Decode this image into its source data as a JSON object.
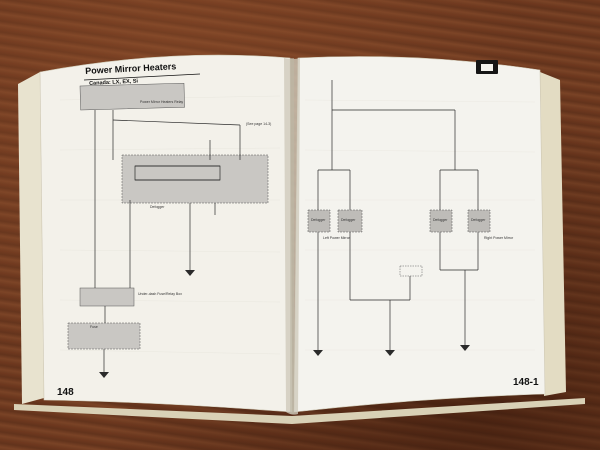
{
  "left_page": {
    "title": "Power Mirror Heaters",
    "subtitle": "Canada: LX, EX, Si",
    "page_number": "148",
    "labels": {
      "see_page": "(See page 14-3)",
      "defogger": "Defogger",
      "power_mirror_relay": "Power Mirror Heaters Relay",
      "fuse": "Fuse",
      "under_dash": "Under-dash Fuse/Relay Box"
    }
  },
  "right_page": {
    "page_number": "148-1",
    "defogger_labels": [
      "Defogger",
      "Defogger",
      "Defogger",
      "Defogger"
    ],
    "mirror_labels": {
      "left_power_mirror": "Left Power Mirror",
      "right_power_mirror": "Right Power Mirror"
    }
  },
  "colors": {
    "paper": "#f2f0e8",
    "table_wood": "#6e3a20",
    "wire": "#2a2a2a",
    "component_fill": "#c9c7c3"
  }
}
